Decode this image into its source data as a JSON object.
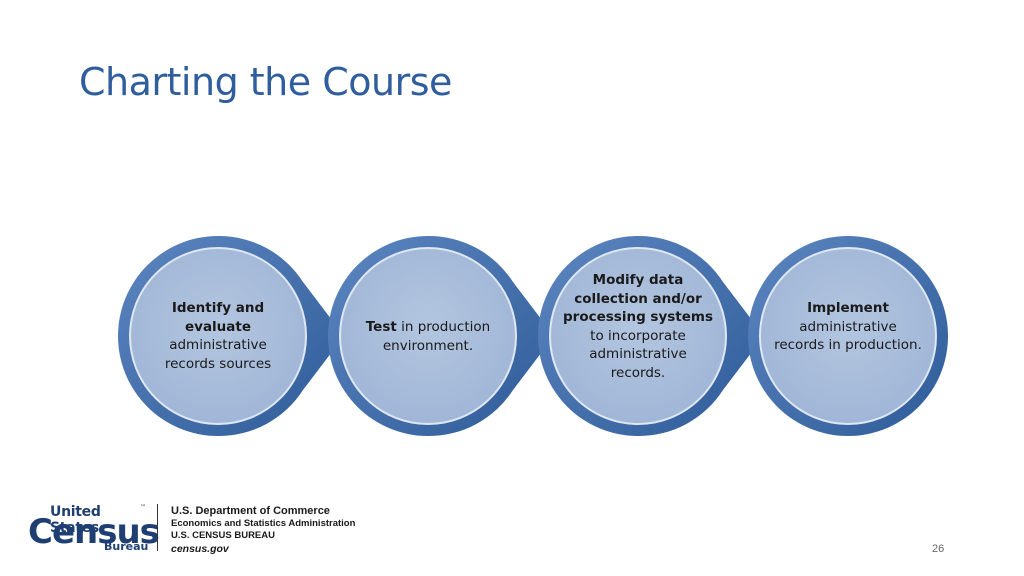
{
  "slide": {
    "title": "Charting the Course",
    "page_number": "26"
  },
  "steps": [
    {
      "bold": "Identify and evaluate",
      "rest": "administrative records sources"
    },
    {
      "bold": "Test",
      "rest": "in production environment."
    },
    {
      "bold": "Modify data collection and/or processing systems",
      "rest": "to incorporate administrative records."
    },
    {
      "bold": "Implement",
      "rest": "administrative records in production."
    }
  ],
  "footer": {
    "logo": {
      "line1": "United States",
      "tm": "™",
      "line2": "Census",
      "line3": "Bureau"
    },
    "dept": {
      "line1": "U.S. Department of Commerce",
      "line2": "Economics and Statistics Administration",
      "line3": "U.S. CENSUS BUREAU",
      "line4": "census.gov"
    }
  },
  "colors": {
    "title": "#2f5d9e",
    "circle_fill": "#a9bedb",
    "circle_ring": "#3f6fae",
    "arrow": "#2b5a96"
  }
}
